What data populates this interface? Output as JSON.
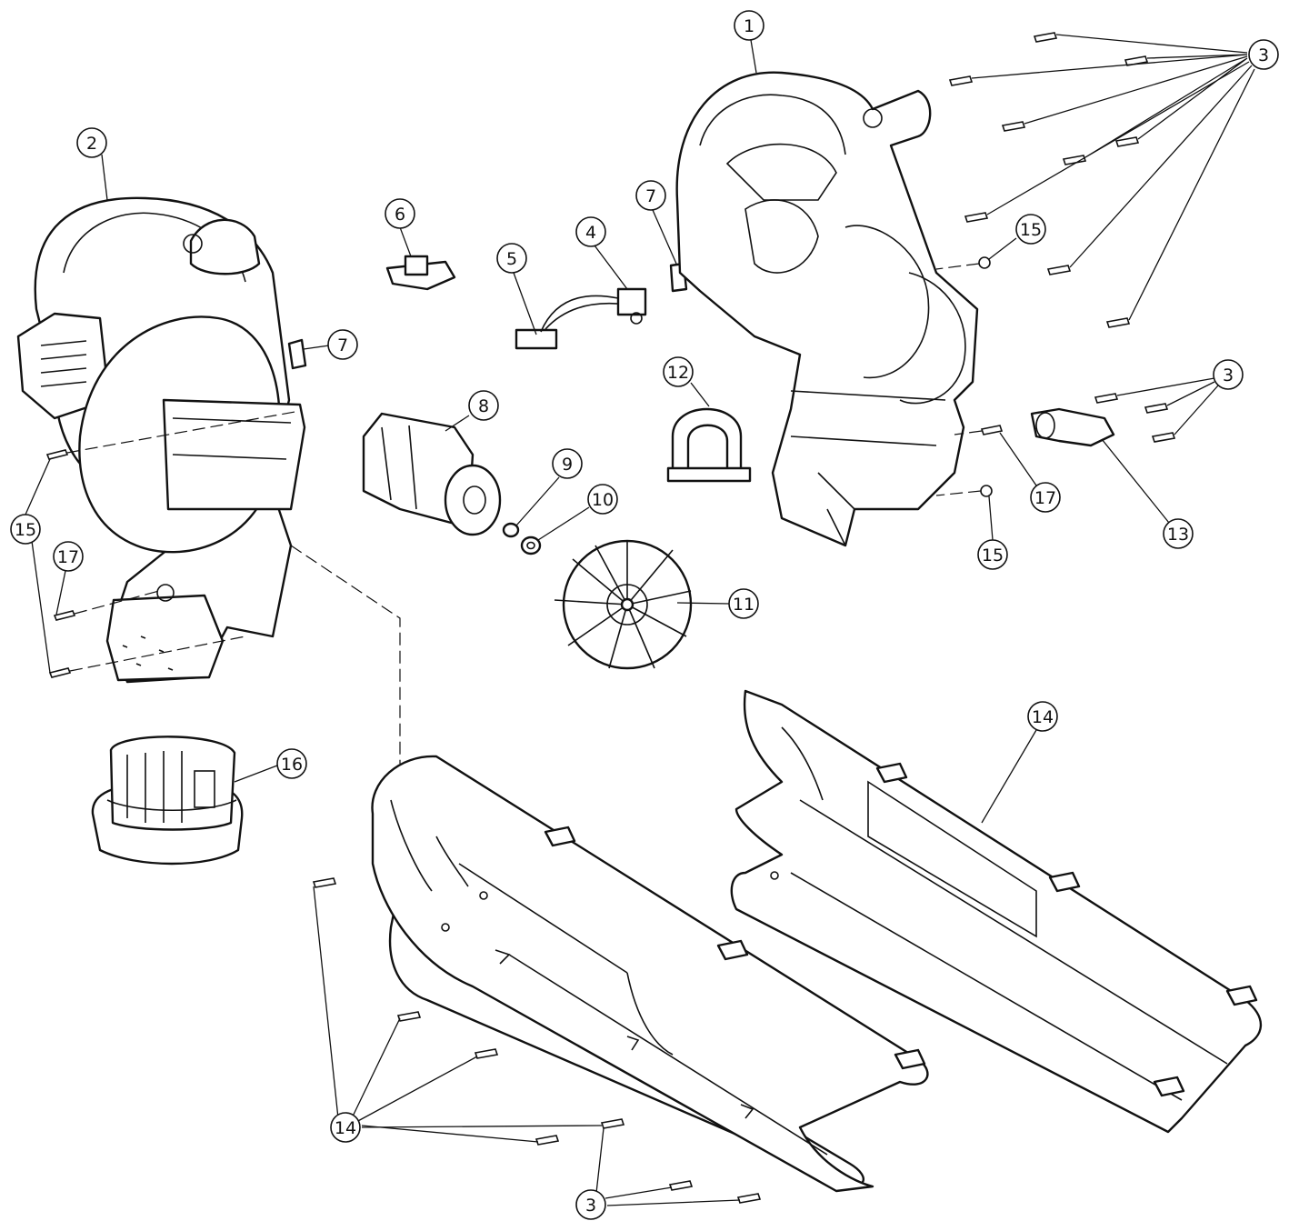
{
  "callouts": [
    {
      "id": "c1",
      "label": "1"
    },
    {
      "id": "c2",
      "label": "2"
    },
    {
      "id": "c3a",
      "label": "3"
    },
    {
      "id": "c3b",
      "label": "3"
    },
    {
      "id": "c3c",
      "label": "3"
    },
    {
      "id": "c4",
      "label": "4"
    },
    {
      "id": "c5",
      "label": "5"
    },
    {
      "id": "c6",
      "label": "6"
    },
    {
      "id": "c7a",
      "label": "7"
    },
    {
      "id": "c7b",
      "label": "7"
    },
    {
      "id": "c8",
      "label": "8"
    },
    {
      "id": "c9",
      "label": "9"
    },
    {
      "id": "c10",
      "label": "10"
    },
    {
      "id": "c11",
      "label": "11"
    },
    {
      "id": "c12",
      "label": "12"
    },
    {
      "id": "c13",
      "label": "13"
    },
    {
      "id": "c14a",
      "label": "14"
    },
    {
      "id": "c14b",
      "label": "14"
    },
    {
      "id": "c15a",
      "label": "15"
    },
    {
      "id": "c15b",
      "label": "15"
    },
    {
      "id": "c15c",
      "label": "15"
    },
    {
      "id": "c16",
      "label": "16"
    },
    {
      "id": "c17a",
      "label": "17"
    },
    {
      "id": "c17b",
      "label": "17"
    }
  ]
}
